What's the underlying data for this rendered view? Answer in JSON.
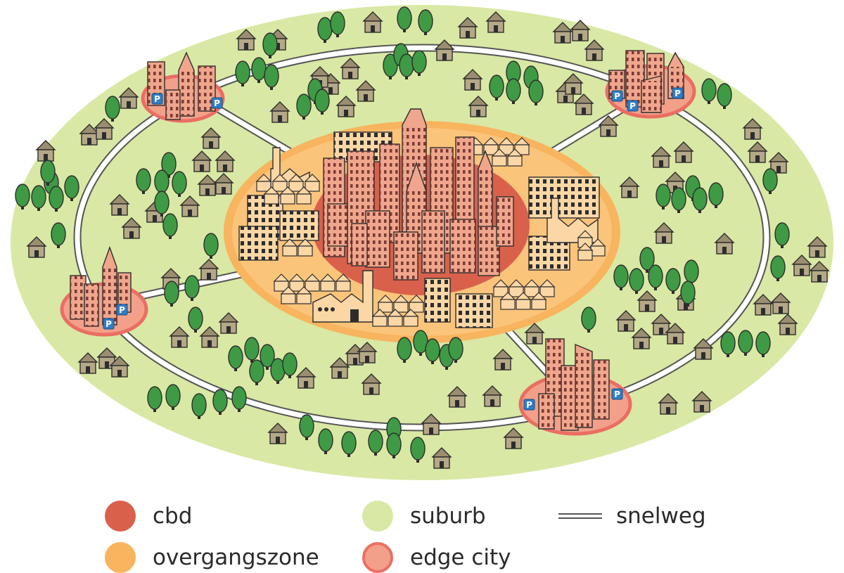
{
  "colors": {
    "cbd": "#d9614c",
    "overgangszone": "#f8b45e",
    "suburb": "#d9e8a4",
    "edge_city_fill": "#f2a08a",
    "edge_city_ring": "#ea6e63",
    "road": "#ffffff",
    "tree": "#3f9a45",
    "house": "#b5a888",
    "skyscraper": "#f0a68c",
    "low_building": "#fbd7a6"
  },
  "icons": [
    "parking-icon",
    "tree-icon",
    "house-icon",
    "skyscraper-icon",
    "factory-icon"
  ],
  "legend": {
    "cbd": "cbd",
    "overgangszone": "overgangszone",
    "suburb": "suburb",
    "edge_city": "edge city",
    "snelweg": "snelweg"
  },
  "parking_label": "P"
}
